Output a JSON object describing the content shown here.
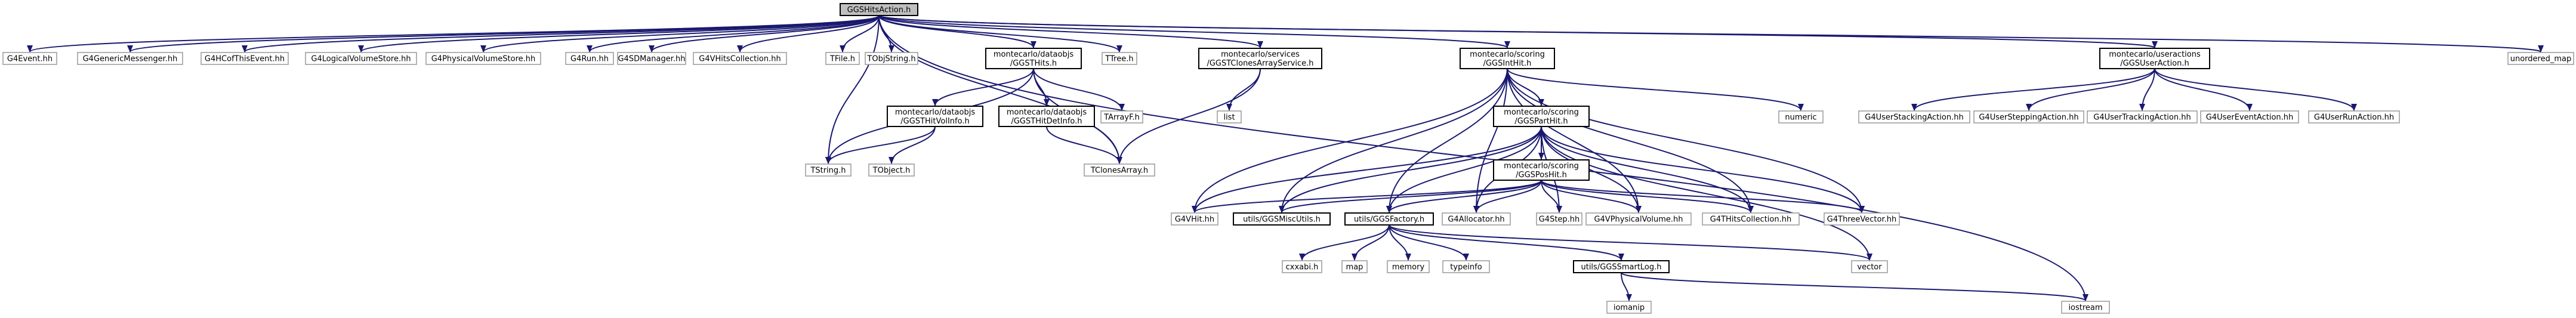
{
  "title": "GGSHitsAction.h",
  "nodes": [
    {
      "id": "root",
      "lines": [
        "GGSHitsAction.h"
      ]
    },
    {
      "id": "G4Event",
      "lines": [
        "G4Event.hh"
      ]
    },
    {
      "id": "G4GenericMessenger",
      "lines": [
        "G4GenericMessenger.hh"
      ]
    },
    {
      "id": "G4HCofThisEvent",
      "lines": [
        "G4HCofThisEvent.hh"
      ]
    },
    {
      "id": "G4LogicalVolumeStore",
      "lines": [
        "G4LogicalVolumeStore.hh"
      ]
    },
    {
      "id": "G4PhysicalVolumeStore",
      "lines": [
        "G4PhysicalVolumeStore.hh"
      ]
    },
    {
      "id": "G4Run",
      "lines": [
        "G4Run.hh"
      ]
    },
    {
      "id": "G4SDManager",
      "lines": [
        "G4SDManager.hh"
      ]
    },
    {
      "id": "G4VHitsCollection",
      "lines": [
        "G4VHitsCollection.hh"
      ]
    },
    {
      "id": "TFile",
      "lines": [
        "TFile.h"
      ]
    },
    {
      "id": "TObjString",
      "lines": [
        "TObjString.h"
      ]
    },
    {
      "id": "GGSTHits",
      "lines": [
        "montecarlo/dataobjs",
        "/GGSTHits.h"
      ]
    },
    {
      "id": "TTree",
      "lines": [
        "TTree.h"
      ]
    },
    {
      "id": "GGSTClonesArrayService",
      "lines": [
        "montecarlo/services",
        "/GGSTClonesArrayService.h"
      ]
    },
    {
      "id": "GGSIntHit",
      "lines": [
        "montecarlo/scoring",
        "/GGSIntHit.h"
      ]
    },
    {
      "id": "GGSUserAction",
      "lines": [
        "montecarlo/useractions",
        "/GGSUserAction.h"
      ]
    },
    {
      "id": "unordered_map",
      "lines": [
        "unordered_map"
      ]
    },
    {
      "id": "iostream",
      "lines": [
        "iostream"
      ]
    },
    {
      "id": "GGSTHitVolInfo",
      "lines": [
        "montecarlo/dataobjs",
        "/GGSTHitVolInfo.h"
      ]
    },
    {
      "id": "GGSTHitDetInfo",
      "lines": [
        "montecarlo/dataobjs",
        "/GGSTHitDetInfo.h"
      ]
    },
    {
      "id": "TArrayF",
      "lines": [
        "TArrayF.h"
      ]
    },
    {
      "id": "list",
      "lines": [
        "list"
      ]
    },
    {
      "id": "TString",
      "lines": [
        "TString.h"
      ]
    },
    {
      "id": "TObject",
      "lines": [
        "TObject.h"
      ]
    },
    {
      "id": "TClonesArray",
      "lines": [
        "TClonesArray.h"
      ]
    },
    {
      "id": "GGSPartHit",
      "lines": [
        "montecarlo/scoring",
        "/GGSPartHit.h"
      ]
    },
    {
      "id": "numeric",
      "lines": [
        "numeric"
      ]
    },
    {
      "id": "GGSPosHit",
      "lines": [
        "montecarlo/scoring",
        "/GGSPosHit.h"
      ]
    },
    {
      "id": "G4VHit",
      "lines": [
        "G4VHit.hh"
      ]
    },
    {
      "id": "GGSMiscUtils",
      "lines": [
        "utils/GGSMiscUtils.h"
      ]
    },
    {
      "id": "GGSFactory",
      "lines": [
        "utils/GGSFactory.h"
      ]
    },
    {
      "id": "G4Allocator",
      "lines": [
        "G4Allocator.hh"
      ]
    },
    {
      "id": "G4Step",
      "lines": [
        "G4Step.hh"
      ]
    },
    {
      "id": "G4VPhysicalVolume",
      "lines": [
        "G4VPhysicalVolume.hh"
      ]
    },
    {
      "id": "G4THitsCollection",
      "lines": [
        "G4THitsCollection.hh"
      ]
    },
    {
      "id": "G4ThreeVector",
      "lines": [
        "G4ThreeVector.hh"
      ]
    },
    {
      "id": "G4UserStackingAction",
      "lines": [
        "G4UserStackingAction.hh"
      ]
    },
    {
      "id": "G4UserSteppingAction",
      "lines": [
        "G4UserSteppingAction.hh"
      ]
    },
    {
      "id": "G4UserTrackingAction",
      "lines": [
        "G4UserTrackingAction.hh"
      ]
    },
    {
      "id": "G4UserEventAction",
      "lines": [
        "G4UserEventAction.hh"
      ]
    },
    {
      "id": "G4UserRunAction",
      "lines": [
        "G4UserRunAction.hh"
      ]
    },
    {
      "id": "cxxabi",
      "lines": [
        "cxxabi.h"
      ]
    },
    {
      "id": "map",
      "lines": [
        "map"
      ]
    },
    {
      "id": "memory",
      "lines": [
        "memory"
      ]
    },
    {
      "id": "typeinfo",
      "lines": [
        "typeinfo"
      ]
    },
    {
      "id": "GGSSmartLog",
      "lines": [
        "utils/GGSSmartLog.h"
      ]
    },
    {
      "id": "vector",
      "lines": [
        "vector"
      ]
    },
    {
      "id": "iomanip",
      "lines": [
        "iomanip"
      ]
    }
  ],
  "edges": [
    [
      "root",
      "G4Event"
    ],
    [
      "root",
      "G4GenericMessenger"
    ],
    [
      "root",
      "G4HCofThisEvent"
    ],
    [
      "root",
      "G4LogicalVolumeStore"
    ],
    [
      "root",
      "G4PhysicalVolumeStore"
    ],
    [
      "root",
      "G4Run"
    ],
    [
      "root",
      "G4SDManager"
    ],
    [
      "root",
      "G4VHitsCollection"
    ],
    [
      "root",
      "TFile"
    ],
    [
      "root",
      "TObjString"
    ],
    [
      "root",
      "GGSTHits"
    ],
    [
      "root",
      "TTree"
    ],
    [
      "root",
      "GGSTClonesArrayService"
    ],
    [
      "root",
      "GGSIntHit"
    ],
    [
      "root",
      "GGSUserAction"
    ],
    [
      "root",
      "unordered_map"
    ],
    [
      "root",
      "iostream"
    ],
    [
      "root",
      "TString"
    ],
    [
      "root",
      "TClonesArray"
    ],
    [
      "GGSTHits",
      "GGSTHitVolInfo"
    ],
    [
      "GGSTHits",
      "GGSTHitDetInfo"
    ],
    [
      "GGSTHits",
      "TArrayF"
    ],
    [
      "GGSTHits",
      "TString"
    ],
    [
      "GGSTHits",
      "TClonesArray"
    ],
    [
      "GGSTHitVolInfo",
      "TString"
    ],
    [
      "GGSTHitVolInfo",
      "TObject"
    ],
    [
      "GGSTHitDetInfo",
      "TClonesArray"
    ],
    [
      "GGSTClonesArrayService",
      "list"
    ],
    [
      "GGSTClonesArrayService",
      "TClonesArray"
    ],
    [
      "GGSIntHit",
      "GGSPartHit"
    ],
    [
      "GGSIntHit",
      "numeric"
    ],
    [
      "GGSIntHit",
      "G4VHit"
    ],
    [
      "GGSIntHit",
      "GGSMiscUtils"
    ],
    [
      "GGSIntHit",
      "GGSFactory"
    ],
    [
      "GGSIntHit",
      "G4Allocator"
    ],
    [
      "GGSIntHit",
      "G4VPhysicalVolume"
    ],
    [
      "GGSIntHit",
      "G4THitsCollection"
    ],
    [
      "GGSIntHit",
      "G4ThreeVector"
    ],
    [
      "GGSPartHit",
      "GGSPosHit"
    ],
    [
      "GGSPartHit",
      "G4VHit"
    ],
    [
      "GGSPartHit",
      "GGSMiscUtils"
    ],
    [
      "GGSPartHit",
      "GGSFactory"
    ],
    [
      "GGSPartHit",
      "G4Allocator"
    ],
    [
      "GGSPartHit",
      "G4Step"
    ],
    [
      "GGSPartHit",
      "G4VPhysicalVolume"
    ],
    [
      "GGSPartHit",
      "G4THitsCollection"
    ],
    [
      "GGSPartHit",
      "G4ThreeVector"
    ],
    [
      "GGSPartHit",
      "vector"
    ],
    [
      "GGSPosHit",
      "G4VHit"
    ],
    [
      "GGSPosHit",
      "GGSMiscUtils"
    ],
    [
      "GGSPosHit",
      "GGSFactory"
    ],
    [
      "GGSPosHit",
      "G4Allocator"
    ],
    [
      "GGSPosHit",
      "G4Step"
    ],
    [
      "GGSPosHit",
      "G4VPhysicalVolume"
    ],
    [
      "GGSPosHit",
      "G4THitsCollection"
    ],
    [
      "GGSPosHit",
      "G4ThreeVector"
    ],
    [
      "GGSFactory",
      "cxxabi"
    ],
    [
      "GGSFactory",
      "map"
    ],
    [
      "GGSFactory",
      "memory"
    ],
    [
      "GGSFactory",
      "typeinfo"
    ],
    [
      "GGSFactory",
      "GGSSmartLog"
    ],
    [
      "GGSFactory",
      "vector"
    ],
    [
      "GGSSmartLog",
      "iomanip"
    ],
    [
      "GGSSmartLog",
      "iostream"
    ],
    [
      "GGSUserAction",
      "G4UserStackingAction"
    ],
    [
      "GGSUserAction",
      "G4UserSteppingAction"
    ],
    [
      "GGSUserAction",
      "G4UserTrackingAction"
    ],
    [
      "GGSUserAction",
      "G4UserEventAction"
    ],
    [
      "GGSUserAction",
      "G4UserRunAction"
    ]
  ]
}
